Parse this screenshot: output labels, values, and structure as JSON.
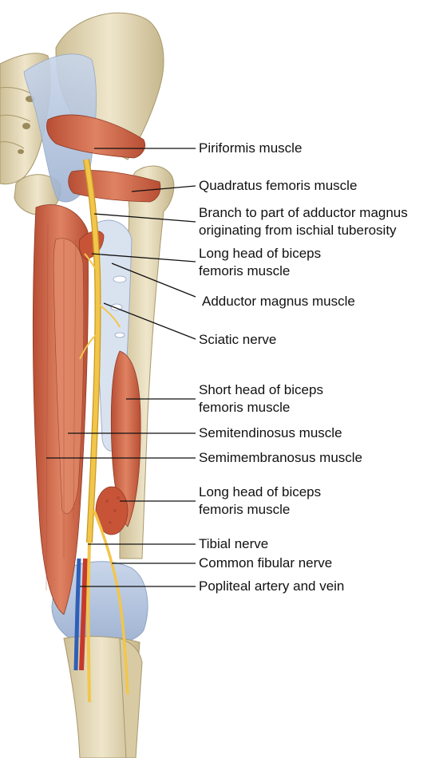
{
  "colors": {
    "bone": "#e6dcbd",
    "bone_shade": "#c9bb92",
    "ligament": "#b8c9e0",
    "muscle": "#d26a4c",
    "muscle_dark": "#a9452e",
    "nerve": "#f2c64a",
    "artery": "#c63a2b",
    "vein": "#2f5fb8",
    "leader_line": "#111111"
  },
  "labels": [
    {
      "id": "piriformis",
      "lines": [
        "Piriformis muscle"
      ]
    },
    {
      "id": "quadratus-femoris",
      "lines": [
        "Quadratus femoris muscle"
      ]
    },
    {
      "id": "branch-adductor-magnus",
      "lines": [
        "Branch to part of adductor magnus",
        "originating from ischial tuberosity"
      ]
    },
    {
      "id": "long-head-biceps-upper",
      "lines": [
        "Long head of biceps",
        "femoris muscle"
      ]
    },
    {
      "id": "adductor-magnus",
      "lines": [
        "Adductor magnus muscle"
      ]
    },
    {
      "id": "sciatic-nerve",
      "lines": [
        "Sciatic nerve"
      ]
    },
    {
      "id": "short-head-biceps",
      "lines": [
        "Short head of biceps",
        "femoris muscle"
      ]
    },
    {
      "id": "semitendinosus",
      "lines": [
        "Semitendinosus muscle"
      ]
    },
    {
      "id": "semimembranosus",
      "lines": [
        "Semimembranosus muscle"
      ]
    },
    {
      "id": "long-head-biceps-lower",
      "lines": [
        "Long head of biceps",
        "femoris muscle"
      ]
    },
    {
      "id": "tibial-nerve",
      "lines": [
        "Tibial nerve"
      ]
    },
    {
      "id": "common-fibular-nerve",
      "lines": [
        "Common fibular nerve"
      ]
    },
    {
      "id": "popliteal-vessels",
      "lines": [
        "Popliteal artery and vein"
      ]
    }
  ]
}
